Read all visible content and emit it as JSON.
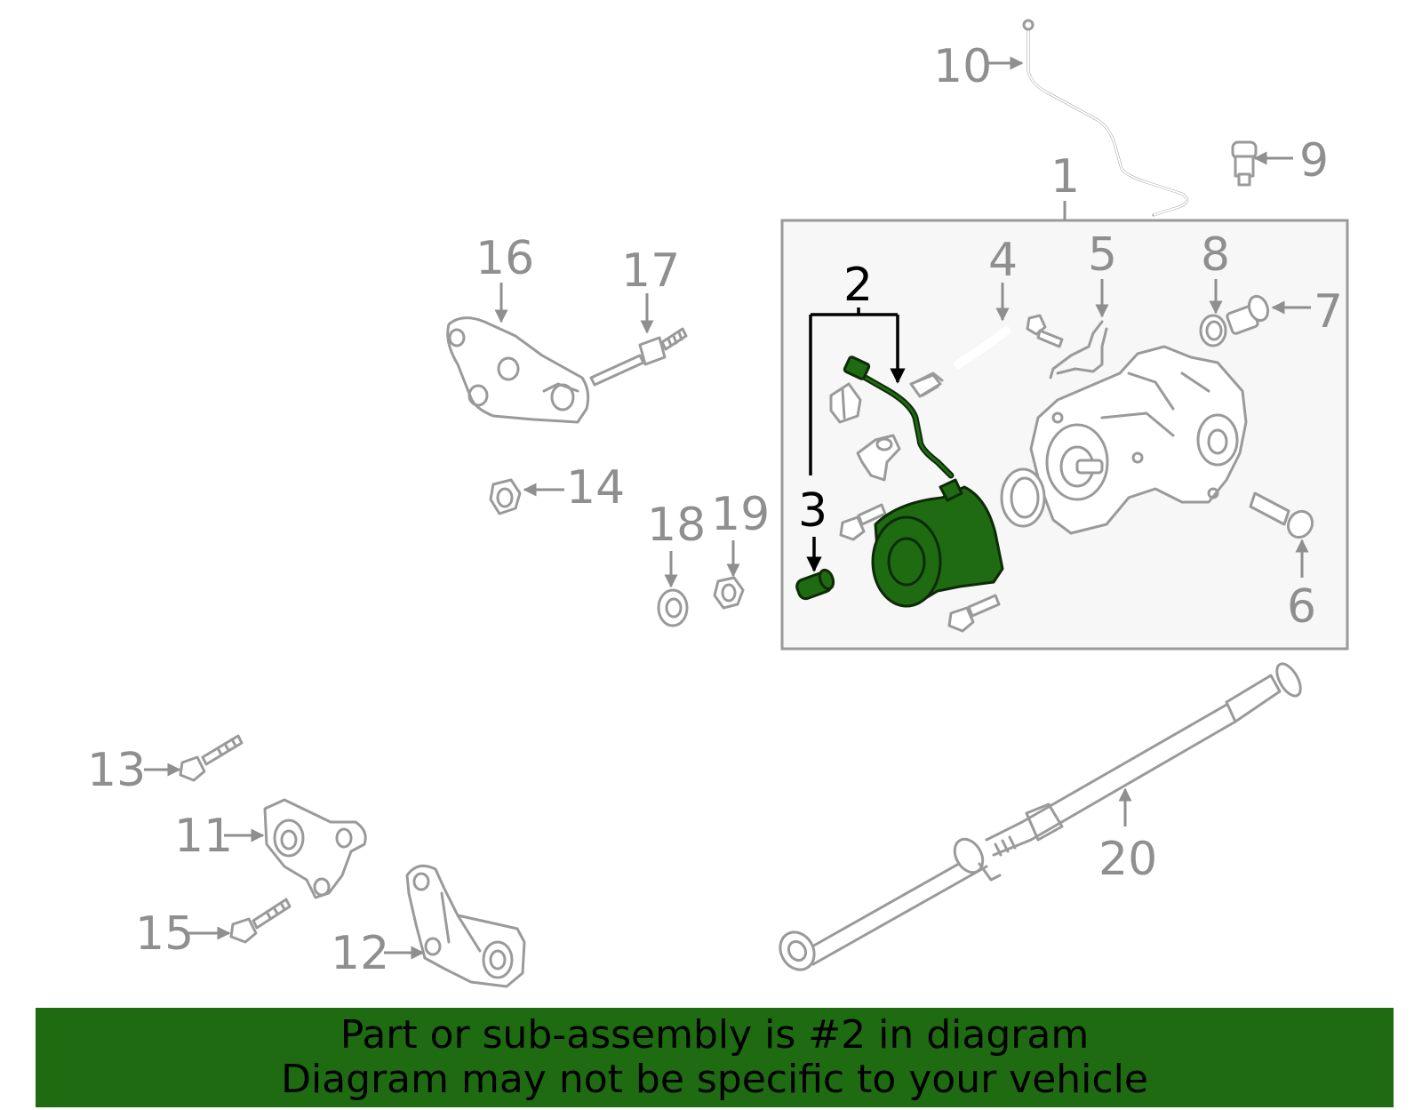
{
  "callouts": {
    "c1": "1",
    "c2": "2",
    "c3": "3",
    "c4": "4",
    "c5": "5",
    "c6": "6",
    "c7": "7",
    "c8": "8",
    "c9": "9",
    "c10": "10",
    "c11": "11",
    "c12": "12",
    "c13": "13",
    "c14": "14",
    "c15": "15",
    "c16": "16",
    "c17": "17",
    "c18": "18",
    "c19": "19",
    "c20": "20"
  },
  "highlight_color": "#1e6b12",
  "banner": {
    "line1": "Part or sub-assembly is #2 in diagram",
    "line2": "Diagram may not be specific to your vehicle"
  }
}
